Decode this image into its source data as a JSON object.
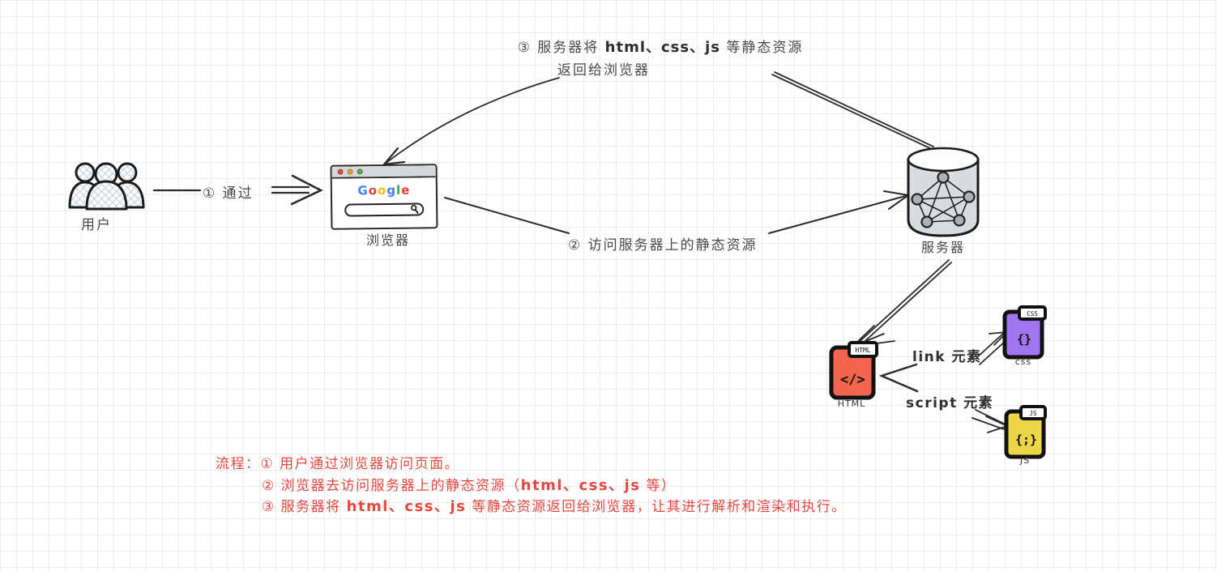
{
  "canvas": {
    "background": "#ffffff",
    "grid_color": "#ececec"
  },
  "users": {
    "label": "用户"
  },
  "browser": {
    "label": "浏览器",
    "logo": {
      "letters": [
        {
          "ch": "G",
          "color": "#4285f4"
        },
        {
          "ch": "o",
          "color": "#ea4335"
        },
        {
          "ch": "o",
          "color": "#fbbc05"
        },
        {
          "ch": "g",
          "color": "#4285f4"
        },
        {
          "ch": "l",
          "color": "#34a853"
        },
        {
          "ch": "e",
          "color": "#ea4335"
        }
      ]
    },
    "traffic_light_colors": [
      "#e0504a",
      "#e2a43a",
      "#4fae51"
    ]
  },
  "server": {
    "label": "服务器"
  },
  "files": {
    "html": {
      "tab": "HTML",
      "glyph": "</>",
      "label": "HTML",
      "color": "#f2654e"
    },
    "css": {
      "tab": "CSS",
      "glyph": "{}",
      "label": "css",
      "color": "#a275f0"
    },
    "js": {
      "tab": "JS",
      "glyph": "{;}",
      "label": "JS",
      "color": "#eed64b"
    }
  },
  "edges": {
    "step1_label": "① 通过",
    "step2_label": "② 访问服务器上的静态资源",
    "step3": {
      "pre": "③ 服务器将 ",
      "code": "html、css、js",
      "post": " 等静态资源",
      "line2": "返回给浏览器"
    },
    "link_label": "link 元素",
    "script_label": "script 元素"
  },
  "notes": {
    "color": "#e8473e",
    "line1": "流程：① 用户通过浏览器访问页面。",
    "line2": {
      "pre": "② 浏览器去访问服务器上的静态资源（",
      "code": "html、css、js",
      "post": " 等）"
    },
    "line3": {
      "pre": "③ 服务器将 ",
      "code": "html、css、js",
      "post": " 等静态资源返回给浏览器，让其进行解析和渲染和执行。"
    }
  }
}
